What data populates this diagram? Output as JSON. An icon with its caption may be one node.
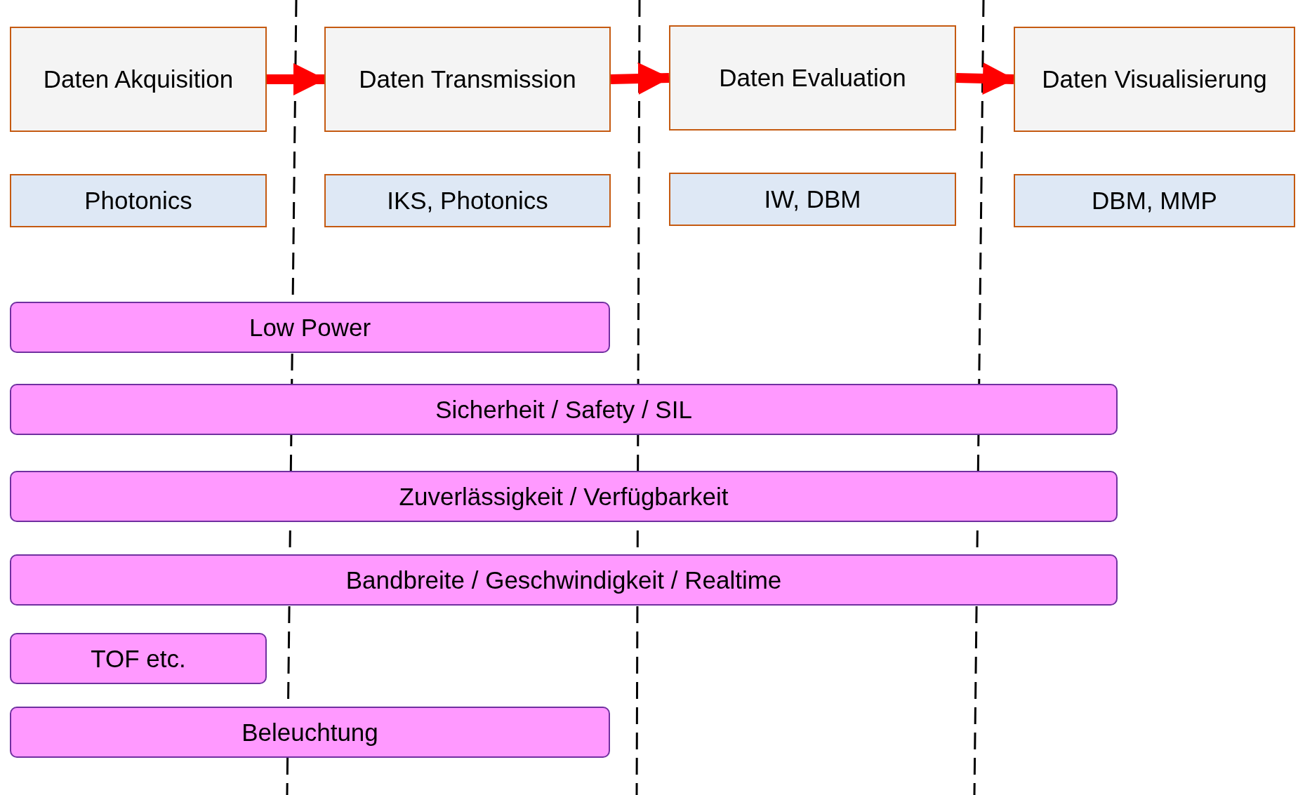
{
  "diagram": {
    "nodes": [
      {
        "text": [
          "Daten Akquisition"
        ]
      },
      {
        "text": [
          "Daten Transmission"
        ]
      },
      {
        "text": [
          "Daten Evaluation"
        ]
      },
      {
        "text": [
          "Daten Visualisierung"
        ]
      },
      {
        "text": [
          "Photonics"
        ]
      },
      {
        "text": [
          "IKS, Photonics"
        ]
      },
      {
        "text": [
          "IW, DBM"
        ]
      },
      {
        "text": [
          "DBM, MMP"
        ]
      },
      {
        "text": [
          "Low Power"
        ]
      },
      {
        "text": [
          "Sicherheit / Safety / SIL"
        ]
      },
      {
        "text": [
          "Zuverlässigkeit / Verfügbarkeit"
        ]
      },
      {
        "text": [
          "Bandbreite / Geschwindigkeit / Realtime"
        ]
      },
      {
        "text": [
          "TOF etc."
        ]
      },
      {
        "text": [
          "Beleuchtung"
        ]
      }
    ],
    "edges": [
      {
        "from": 0,
        "to": 1,
        "arrow": "to",
        "color": "#ff0000"
      },
      {
        "from": 1,
        "to": 2,
        "arrow": "to",
        "color": "#ff0000"
      },
      {
        "from": 2,
        "to": 3,
        "arrow": "to",
        "color": "#ff0000"
      }
    ]
  }
}
